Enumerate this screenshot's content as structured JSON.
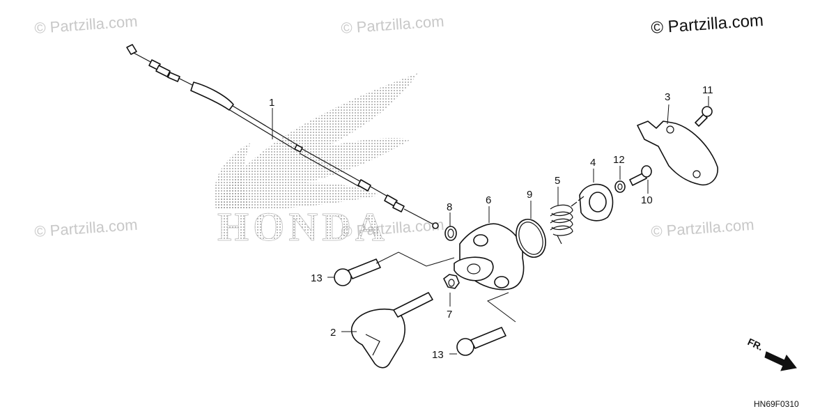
{
  "watermarks": [
    "© Partzilla.com",
    "© Partzilla.com",
    "© Partzilla.com",
    "© Partzilla.com",
    "© Partzilla.com",
    "© Partzilla.com"
  ],
  "brand_text": "HONDA",
  "diagram_code": "HN69F0310",
  "direction_label": "FR.",
  "callouts": [
    "1",
    "2",
    "3",
    "4",
    "5",
    "6",
    "7",
    "8",
    "9",
    "10",
    "11",
    "12",
    "13",
    "13"
  ]
}
